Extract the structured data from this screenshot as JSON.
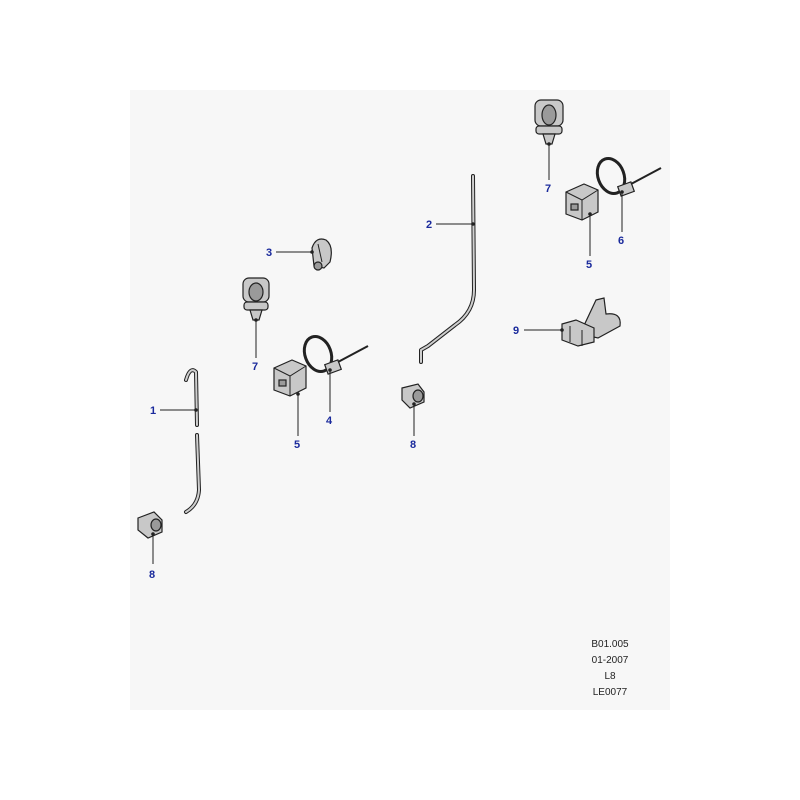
{
  "callouts": {
    "c1": "1",
    "c2": "2",
    "c3": "3",
    "c4": "4",
    "c5a": "5",
    "c5b": "5",
    "c6": "6",
    "c7a": "7",
    "c7b": "7",
    "c8a": "8",
    "c8b": "8",
    "c9": "9"
  },
  "reference": {
    "drawing_no": "B01.005",
    "date": "01-2007",
    "model": "L8",
    "code": "LE0077"
  },
  "colors": {
    "callout": "#1a2a9c",
    "sheet": "#f7f7f7"
  }
}
